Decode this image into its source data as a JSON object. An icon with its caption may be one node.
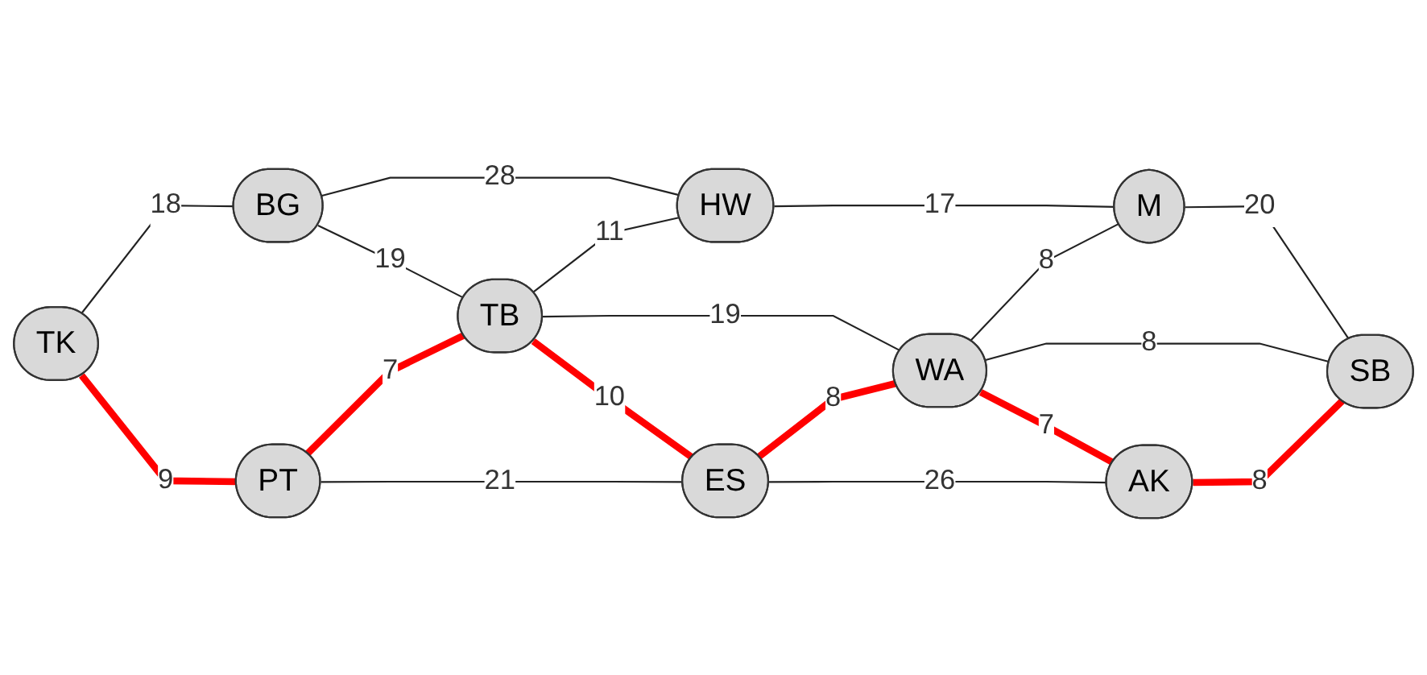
{
  "diagram": {
    "nodes": [
      {
        "text": [
          "BG"
        ]
      },
      {
        "text": [
          "HW"
        ]
      },
      {
        "text": [
          "M"
        ]
      },
      {
        "text": [
          "TK"
        ]
      },
      {
        "text": [
          "TB"
        ]
      },
      {
        "text": [
          "WA"
        ]
      },
      {
        "text": [
          "SB"
        ]
      },
      {
        "text": [
          "PT"
        ]
      },
      {
        "text": [
          "ES"
        ]
      },
      {
        "text": [
          "AK"
        ]
      }
    ],
    "edges": [
      {
        "from": 3,
        "to": 0,
        "arrow": "none",
        "label": "18"
      },
      {
        "from": 0,
        "to": 1,
        "arrow": "none",
        "label": "28"
      },
      {
        "from": 0,
        "to": 4,
        "arrow": "none",
        "label": "19"
      },
      {
        "from": 4,
        "to": 1,
        "arrow": "none",
        "label": "11"
      },
      {
        "from": 1,
        "to": 2,
        "arrow": "none",
        "label": "17"
      },
      {
        "from": 5,
        "to": 2,
        "arrow": "none",
        "label": "8"
      },
      {
        "from": 2,
        "to": 6,
        "arrow": "none",
        "label": "20"
      },
      {
        "from": 4,
        "to": 5,
        "arrow": "none",
        "label": "19"
      },
      {
        "from": 5,
        "to": 6,
        "arrow": "none",
        "label": "8"
      },
      {
        "from": 3,
        "to": 7,
        "arrow": "none",
        "label": "9",
        "style": "thick",
        "color": "#ff0000"
      },
      {
        "from": 7,
        "to": 4,
        "arrow": "none",
        "label": "7",
        "style": "thick",
        "color": "#ff0000"
      },
      {
        "from": 4,
        "to": 8,
        "arrow": "none",
        "label": "10",
        "style": "thick",
        "color": "#ff0000"
      },
      {
        "from": 8,
        "to": 5,
        "arrow": "none",
        "label": "8",
        "style": "thick",
        "color": "#ff0000"
      },
      {
        "from": 5,
        "to": 9,
        "arrow": "none",
        "label": "7",
        "style": "thick",
        "color": "#ff0000"
      },
      {
        "from": 9,
        "to": 6,
        "arrow": "none",
        "label": "8",
        "style": "thick",
        "color": "#ff0000"
      },
      {
        "from": 7,
        "to": 8,
        "arrow": "none",
        "label": "21"
      },
      {
        "from": 8,
        "to": 9,
        "arrow": "none",
        "label": "26"
      }
    ]
  }
}
